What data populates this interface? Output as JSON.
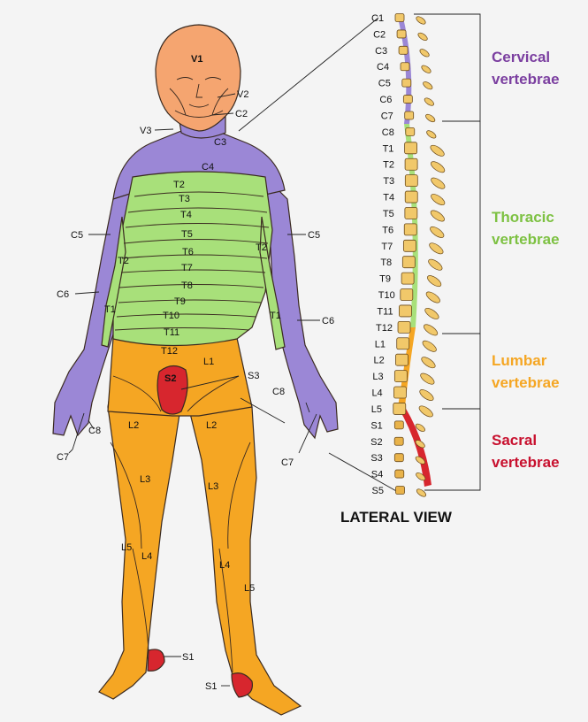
{
  "colors": {
    "head": "#f5a570",
    "cervical": "#9b87d6",
    "thoracic": "#a8e07a",
    "lumbar": "#f5a623",
    "sacral": "#d7262e",
    "cervical_text": "#7b3fa0",
    "thoracic_text": "#7dc142",
    "lumbar_text": "#f5a623",
    "sacral_text": "#c8102e"
  },
  "body_labels": {
    "V1": "V1",
    "V2": "V2",
    "V3": "V3",
    "C2": "C2",
    "C3": "C3",
    "C4": "C4",
    "C5_left": "C5",
    "C5_right": "C5",
    "C6_left": "C6",
    "C6_right": "C6",
    "C7_left": "C7",
    "C7_right": "C7",
    "C8_left": "C8",
    "C8_right": "C8",
    "T1_left": "T1",
    "T1_right": "T1",
    "T2_left": "T2",
    "T2_right": "T2",
    "T2": "T2",
    "T3": "T3",
    "T4": "T4",
    "T5": "T5",
    "T6": "T6",
    "T7": "T7",
    "T8": "T8",
    "T9": "T9",
    "T10": "T10",
    "T11": "T11",
    "T12": "T12",
    "L1": "L1",
    "L2_left": "L2",
    "L2_right": "L2",
    "L3_left": "L3",
    "L3_right": "L3",
    "L4_left": "L4",
    "L4_right": "L4",
    "L5_left": "L5",
    "L5_right": "L5",
    "S1_left": "S1",
    "S1_right": "S1",
    "S2": "S2",
    "S3": "S3"
  },
  "spine_labels": [
    "C1",
    "C2",
    "C3",
    "C4",
    "C5",
    "C6",
    "C7",
    "C8",
    "T1",
    "T2",
    "T3",
    "T4",
    "T5",
    "T6",
    "T7",
    "T8",
    "T9",
    "T10",
    "T11",
    "T12",
    "L1",
    "L2",
    "L3",
    "L4",
    "L5",
    "S1",
    "S2",
    "S3",
    "S4",
    "S5"
  ],
  "regions": {
    "cervical": [
      "Cervical",
      "vertebrae"
    ],
    "thoracic": [
      "Thoracic",
      "vertebrae"
    ],
    "lumbar": [
      "Lumbar",
      "vertebrae"
    ],
    "sacral": [
      "Sacral",
      "vertebrae"
    ]
  },
  "view_label": "LATERAL VIEW"
}
